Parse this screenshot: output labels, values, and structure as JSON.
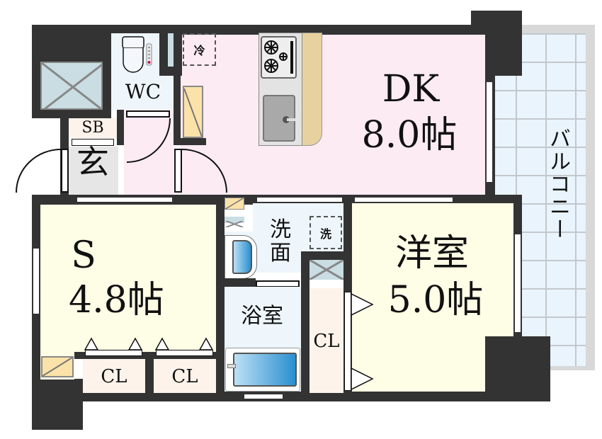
{
  "floorplan": {
    "rooms": {
      "dk": {
        "name": "DK",
        "size": "8.0帖",
        "color": "#fdebf3"
      },
      "s": {
        "name": "S",
        "size": "4.8帖",
        "color": "#fefee6"
      },
      "western": {
        "name": "洋室",
        "size": "5.0帖",
        "color": "#fefee6"
      },
      "wc": {
        "name": "WC",
        "color": "#eef6fc"
      },
      "washroom": {
        "name_line1": "洗",
        "name_line2": "面",
        "color": "#eef6fc"
      },
      "bath": {
        "name": "浴室",
        "color": "#eef6fc"
      },
      "entrance": {
        "name": "玄",
        "color": "#e6e6e6"
      },
      "balcony": {
        "name": "バルコニー",
        "color": "#e9f4fd"
      }
    },
    "storage": {
      "shoe_box": "SB",
      "closet_s_left": "CL",
      "closet_s_right": "CL",
      "closet_western": "CL"
    },
    "appliances": {
      "fridge_space": "冷",
      "washer_space": "洗"
    },
    "colors": {
      "wall": "#333333",
      "closet": "#fdf3ea",
      "kitchen_counter": "#e6d19f",
      "cabinet": "#fbe2a8",
      "pipe_space": "#c9dde3",
      "tub_blue": "#2a8fcf"
    }
  }
}
